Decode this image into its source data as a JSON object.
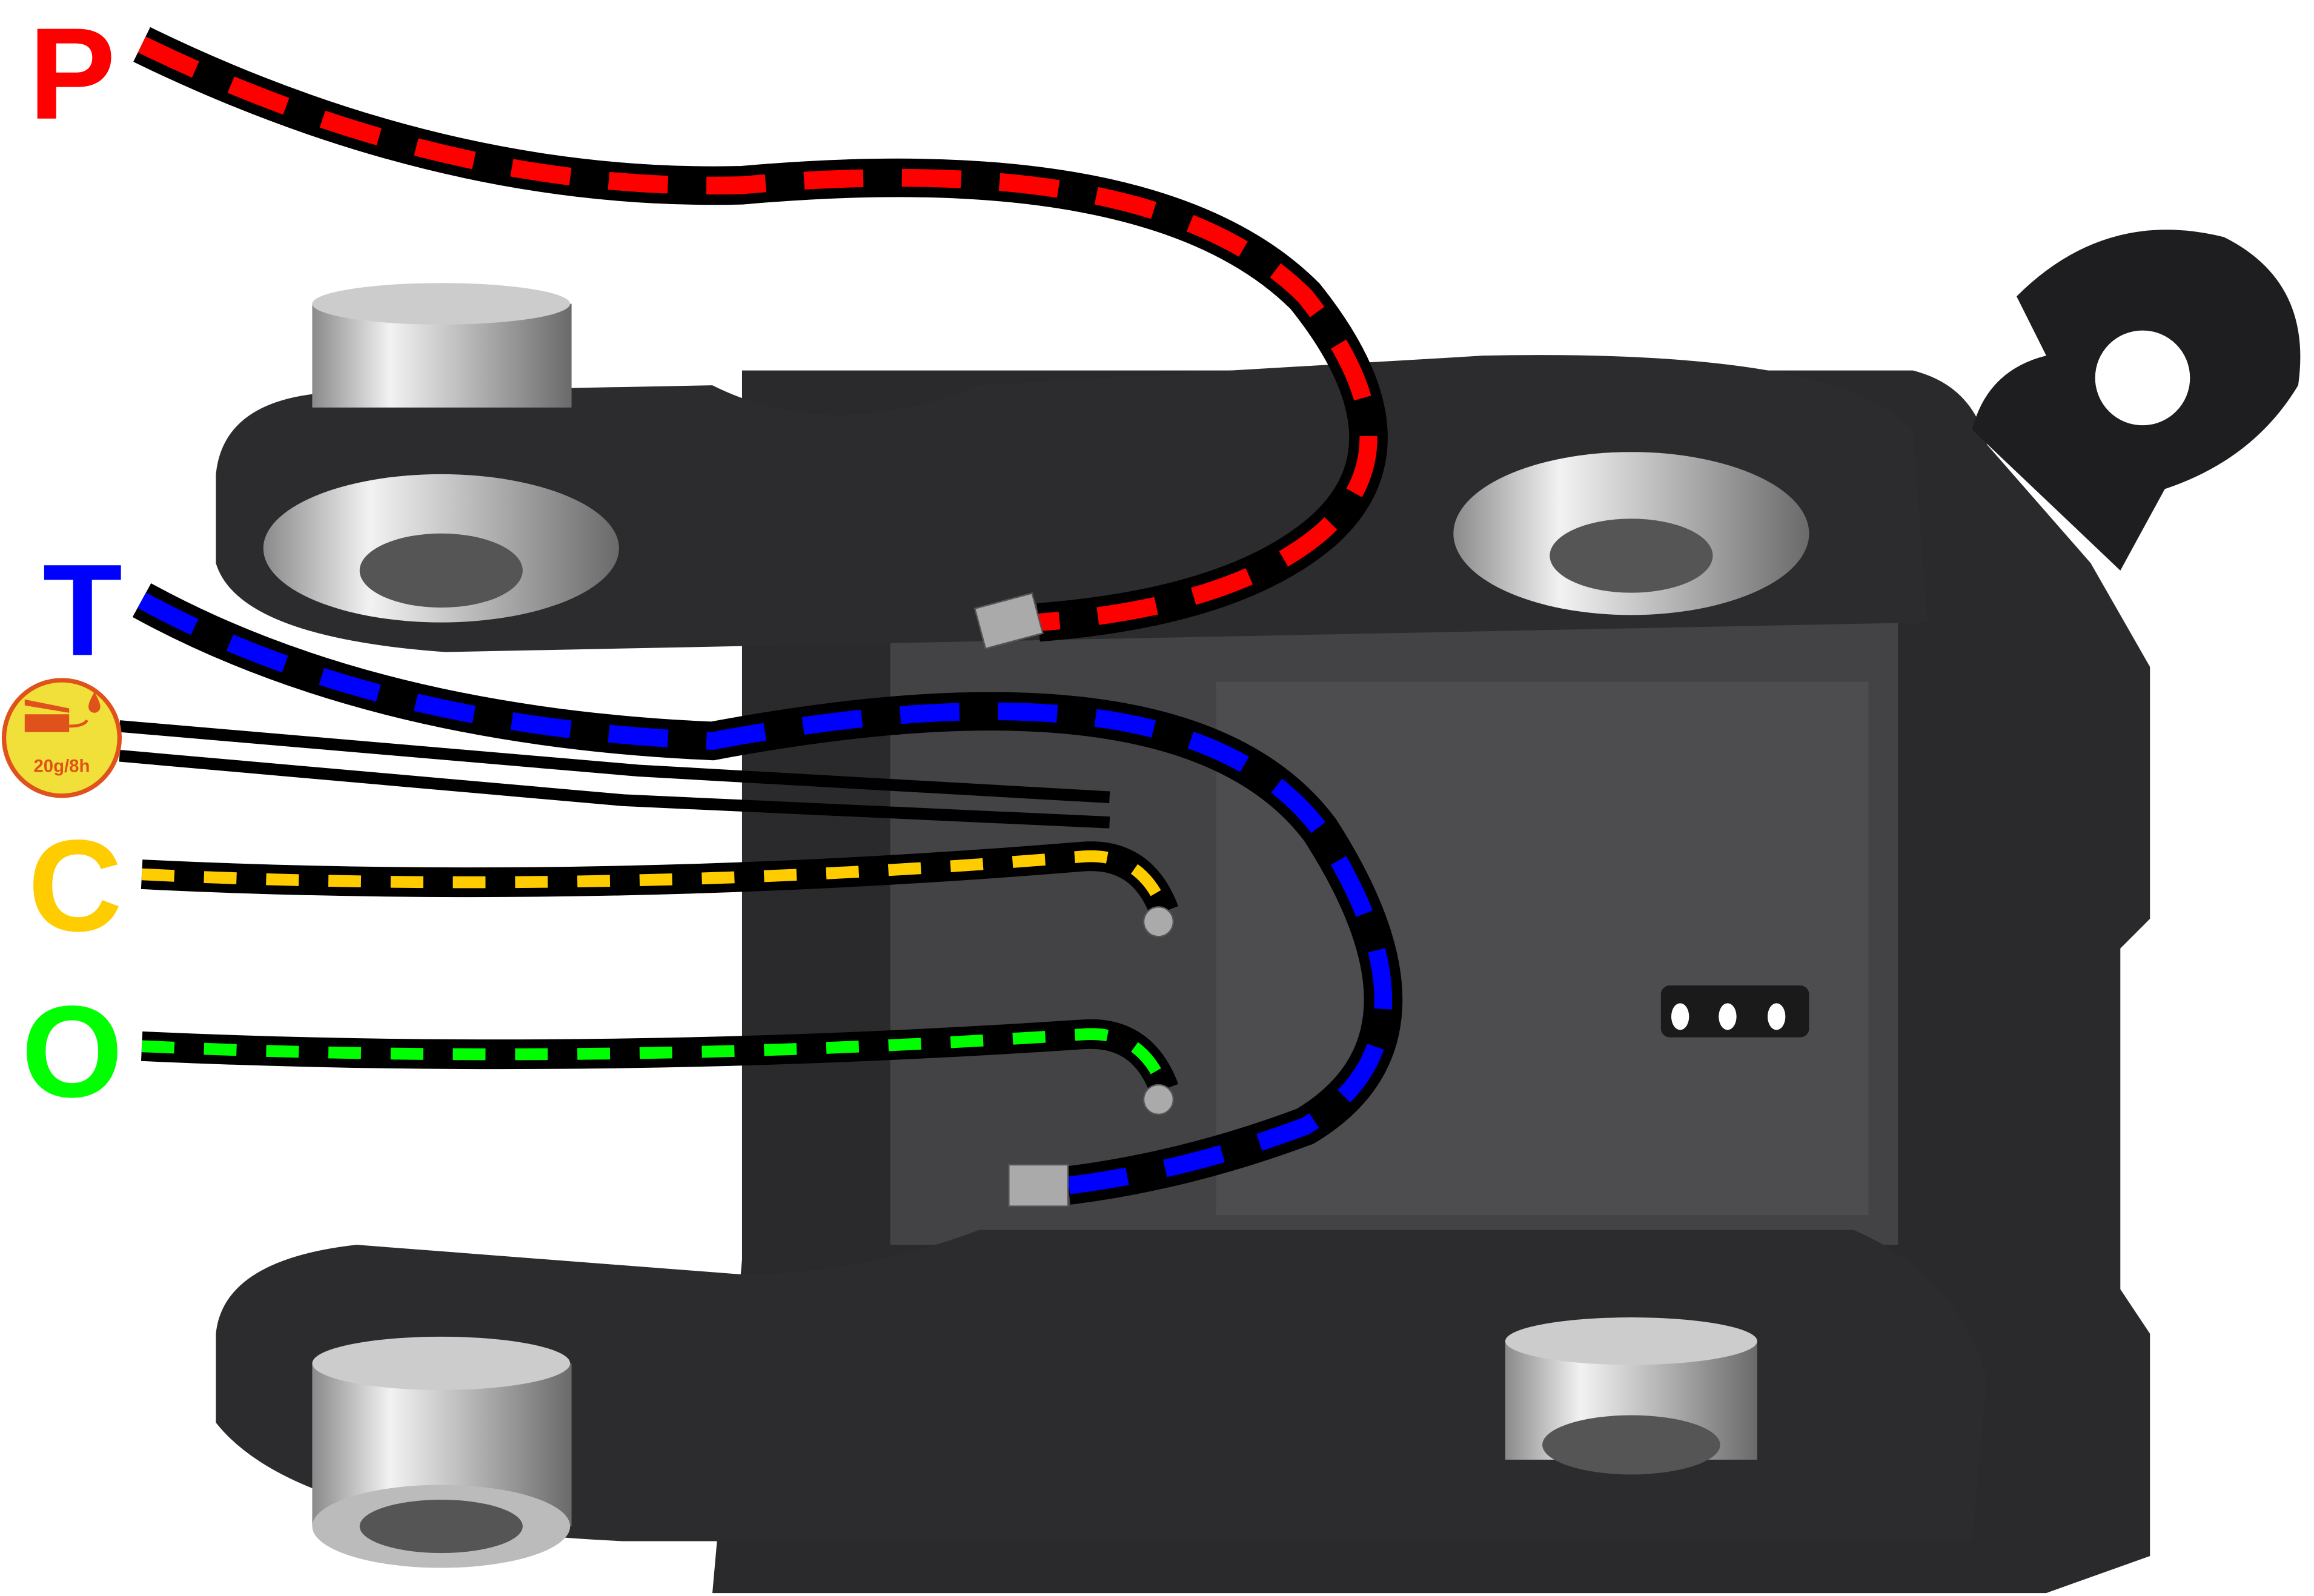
{
  "labels": {
    "p": {
      "text": "P",
      "color": "#ff0000"
    },
    "t": {
      "text": "T",
      "color": "#0000ff"
    },
    "c": {
      "text": "C",
      "color": "#ffcc00"
    },
    "o": {
      "text": "O",
      "color": "#00ff00"
    }
  },
  "grease_badge": {
    "icon": "grease-gun-icon",
    "text": "20g/8h",
    "fill": "#f2e03a",
    "accent": "#e0521c"
  },
  "colors": {
    "body": "#2a2a2c",
    "plate": "#434345",
    "hose": "#000000"
  }
}
